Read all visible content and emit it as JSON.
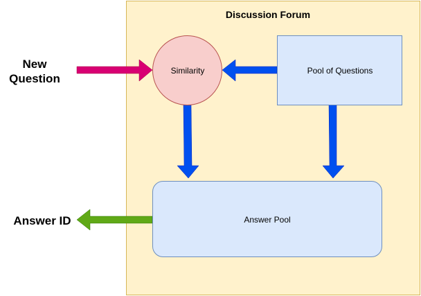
{
  "container": {
    "title": "Discussion Forum",
    "fill": "#fff2cc",
    "stroke": "#d6b656"
  },
  "nodes": {
    "similarity": {
      "label": "Similarity",
      "fill": "#f8cecc",
      "stroke": "#b85450"
    },
    "pool_of_questions": {
      "label": "Pool of Questions",
      "fill": "#dae8fc",
      "stroke": "#6c8ebf"
    },
    "answer_pool": {
      "label": "Answer Pool",
      "fill": "#dae8fc",
      "stroke": "#6c8ebf"
    }
  },
  "external": {
    "input_line1": "New",
    "input_line2": "Question",
    "output": "Answer ID"
  },
  "arrow_colors": {
    "input": "#d80073",
    "internal": "#0050ef",
    "output": "#60a917"
  }
}
